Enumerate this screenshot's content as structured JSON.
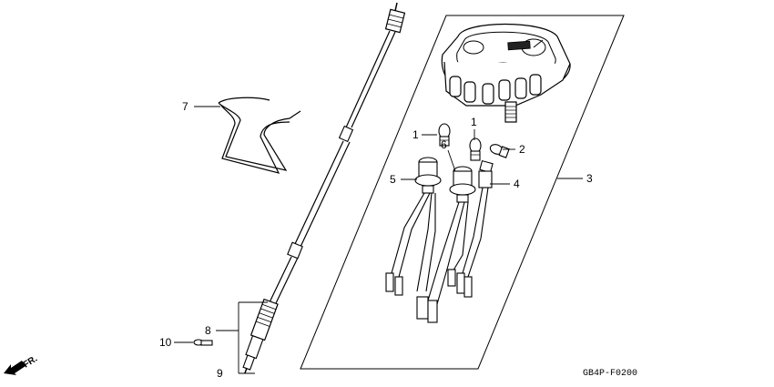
{
  "diagram": {
    "callouts": {
      "c1a": "1",
      "c1b": "1",
      "c2": "2",
      "c3": "3",
      "c4": "4",
      "c5": "5",
      "c6": "6",
      "c7": "7",
      "c8": "8",
      "c9": "9",
      "c10": "10"
    },
    "code": "GB4P-F0200",
    "direction_label": "FR."
  }
}
